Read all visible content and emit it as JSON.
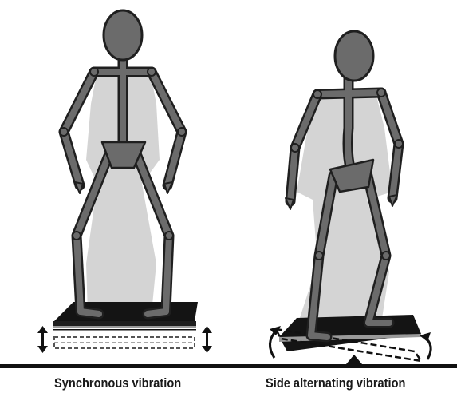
{
  "panels": [
    {
      "id": "synchronous",
      "caption": "Synchronous vibration"
    },
    {
      "id": "side-alternating",
      "caption": "Side alternating vibration"
    }
  ],
  "colors": {
    "figure_fill": "#6b6b6b",
    "figure_outline": "#1f1f1f",
    "halo": "#d4d4d4",
    "platform": "#141414",
    "ground": "#111111"
  }
}
